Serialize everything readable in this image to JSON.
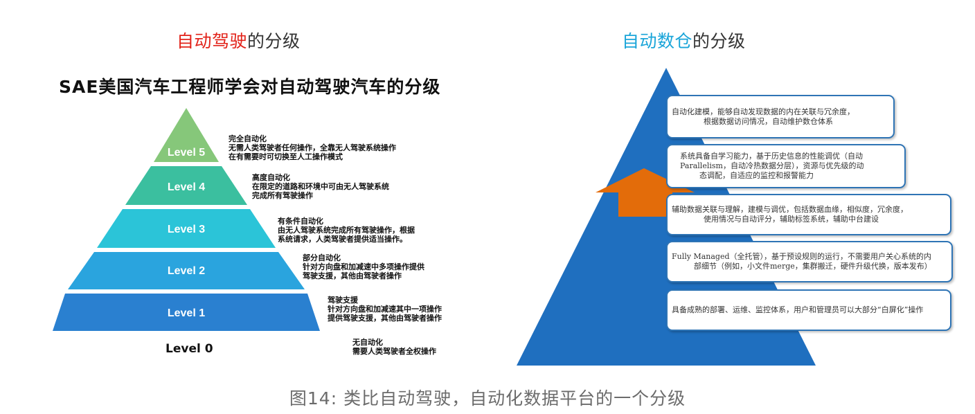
{
  "left": {
    "title_highlight": "自动驾驶",
    "title_rest": "的分级",
    "heading": "SAE美国汽车工程师学会对自动驾驶汽车的分级",
    "levels": [
      {
        "label": "Level 5",
        "lines": [
          "完全自动化",
          "无需人类驾驶者任何操作，全靠无人驾驶系统操作",
          "在有需要时可切换至人工操作模式"
        ]
      },
      {
        "label": "Level 4",
        "lines": [
          "高度自动化",
          "在限定的道路和环境中可由无人驾驶系统",
          "完成所有驾驶操作"
        ]
      },
      {
        "label": "Level 3",
        "lines": [
          "有条件自动化",
          "由无人驾驶系统完成所有驾驶操作，根据",
          "系统请求，人类驾驶者提供适当操作。"
        ]
      },
      {
        "label": "Level 2",
        "lines": [
          "部分自动化",
          "针对方向盘和加减速中多项操作提供",
          "驾驶支援，其他由驾驶者操作"
        ]
      },
      {
        "label": "Level 1",
        "lines": [
          "驾驶支援",
          "针对方向盘和加减速其中一项操作",
          "提供驾驶支援，其他由驾驶者操作"
        ]
      },
      {
        "label": "Level 0",
        "lines": [
          "无自动化",
          "需要人类驾驶者全权操作"
        ]
      }
    ],
    "colors": [
      "#86c77a",
      "#3bbf9f",
      "#2bc4d8",
      "#2aa4de",
      "#2a80d0"
    ]
  },
  "right": {
    "title_highlight": "自动数仓",
    "title_rest": "的分级",
    "boxes": [
      {
        "lines": [
          "自动化建模，能够自动发现数据的内在关联与冗余度，",
          "根据数据访问情况，自动维护数仓体系"
        ]
      },
      {
        "lines": [
          "系统具备自学习能力，基于历史信息的性能调优（自动",
          "Parallelism，自动冷热数据分层），资源与优先级的动",
          "态调配，自适应的监控和报警能力"
        ]
      },
      {
        "lines": [
          "辅助数据关联与理解，建模与调优，包括数据血缘，相似度，冗余度，",
          "使用情况与自动评分，辅助标签系统，辅助中台建设"
        ]
      },
      {
        "lines": [
          "Fully Managed（全托管），基于预设规则的运行，不需要用户关心系统的内",
          "部细节（例如，小文件merge，集群搬迁，硬件升级代换，版本发布）"
        ]
      },
      {
        "lines": [
          "具备成熟的部署、运维、监控体系，用户和管理员可以大部分“白屏化”操作"
        ]
      }
    ],
    "triangle_color": "#1f6fbf",
    "arrow_color": "#e36c0a"
  },
  "caption": "图14: 类比自动驾驶，自动化数据平台的一个分级"
}
